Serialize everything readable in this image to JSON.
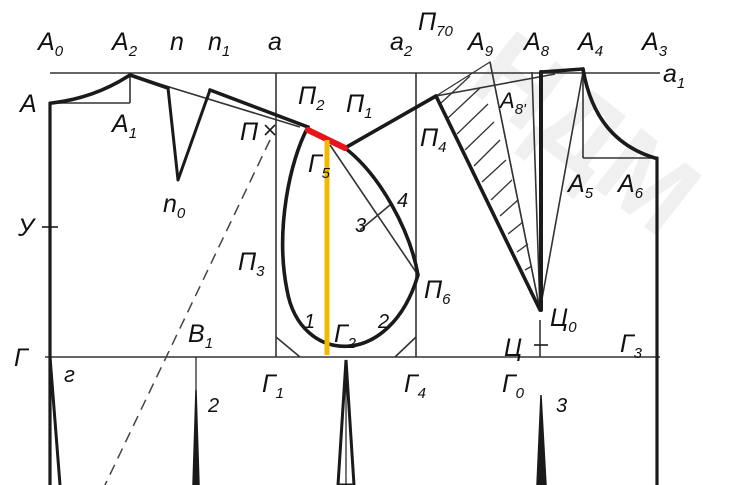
{
  "watermark": "НДМ",
  "colors": {
    "ink": "#1a1a1a",
    "thin": "#333333",
    "highlight_red": "#e8141b",
    "highlight_yellow": "#f5b800",
    "dashed": "#444444"
  },
  "labels": {
    "A0": {
      "base": "A",
      "sub": "0"
    },
    "A2": {
      "base": "A",
      "sub": "2"
    },
    "n": {
      "base": "n",
      "sub": ""
    },
    "n1": {
      "base": "n",
      "sub": "1"
    },
    "a": {
      "base": "a",
      "sub": ""
    },
    "a2": {
      "base": "a",
      "sub": "2"
    },
    "P70": {
      "base": "П",
      "sub": "70"
    },
    "A9": {
      "base": "A",
      "sub": "9"
    },
    "A8": {
      "base": "A",
      "sub": "8"
    },
    "A4": {
      "base": "A",
      "sub": "4"
    },
    "A3": {
      "base": "A",
      "sub": "3"
    },
    "a1": {
      "base": "a",
      "sub": "1"
    },
    "A": {
      "base": "A",
      "sub": ""
    },
    "A1": {
      "base": "A",
      "sub": "1"
    },
    "P2": {
      "base": "П",
      "sub": "2"
    },
    "P1": {
      "base": "П",
      "sub": "1"
    },
    "P": {
      "base": "П",
      "sub": ""
    },
    "G5": {
      "base": "Г",
      "sub": "5"
    },
    "P4": {
      "base": "П",
      "sub": "4"
    },
    "A8p": {
      "base": "A",
      "sub": "8'"
    },
    "n0": {
      "base": "n",
      "sub": "0"
    },
    "num4": {
      "base": "4",
      "sub": ""
    },
    "num3a": {
      "base": "3",
      "sub": ""
    },
    "A5": {
      "base": "A",
      "sub": "5"
    },
    "A6": {
      "base": "A",
      "sub": "6"
    },
    "U": {
      "base": "У",
      "sub": ""
    },
    "P3": {
      "base": "П",
      "sub": "3"
    },
    "P6": {
      "base": "П",
      "sub": "6"
    },
    "C0": {
      "base": "Ц",
      "sub": "0"
    },
    "B1": {
      "base": "В",
      "sub": "1"
    },
    "num1": {
      "base": "1",
      "sub": ""
    },
    "G2": {
      "base": "Г",
      "sub": "2"
    },
    "num2a": {
      "base": "2",
      "sub": ""
    },
    "G": {
      "base": "Г",
      "sub": ""
    },
    "C": {
      "base": "Ц",
      "sub": ""
    },
    "G3": {
      "base": "Г",
      "sub": "3"
    },
    "g": {
      "base": "г",
      "sub": ""
    },
    "G1": {
      "base": "Г",
      "sub": "1"
    },
    "G4": {
      "base": "Г",
      "sub": "4"
    },
    "G0": {
      "base": "Г",
      "sub": "0"
    },
    "num2b": {
      "base": "2",
      "sub": ""
    },
    "num3b": {
      "base": "3",
      "sub": ""
    }
  }
}
